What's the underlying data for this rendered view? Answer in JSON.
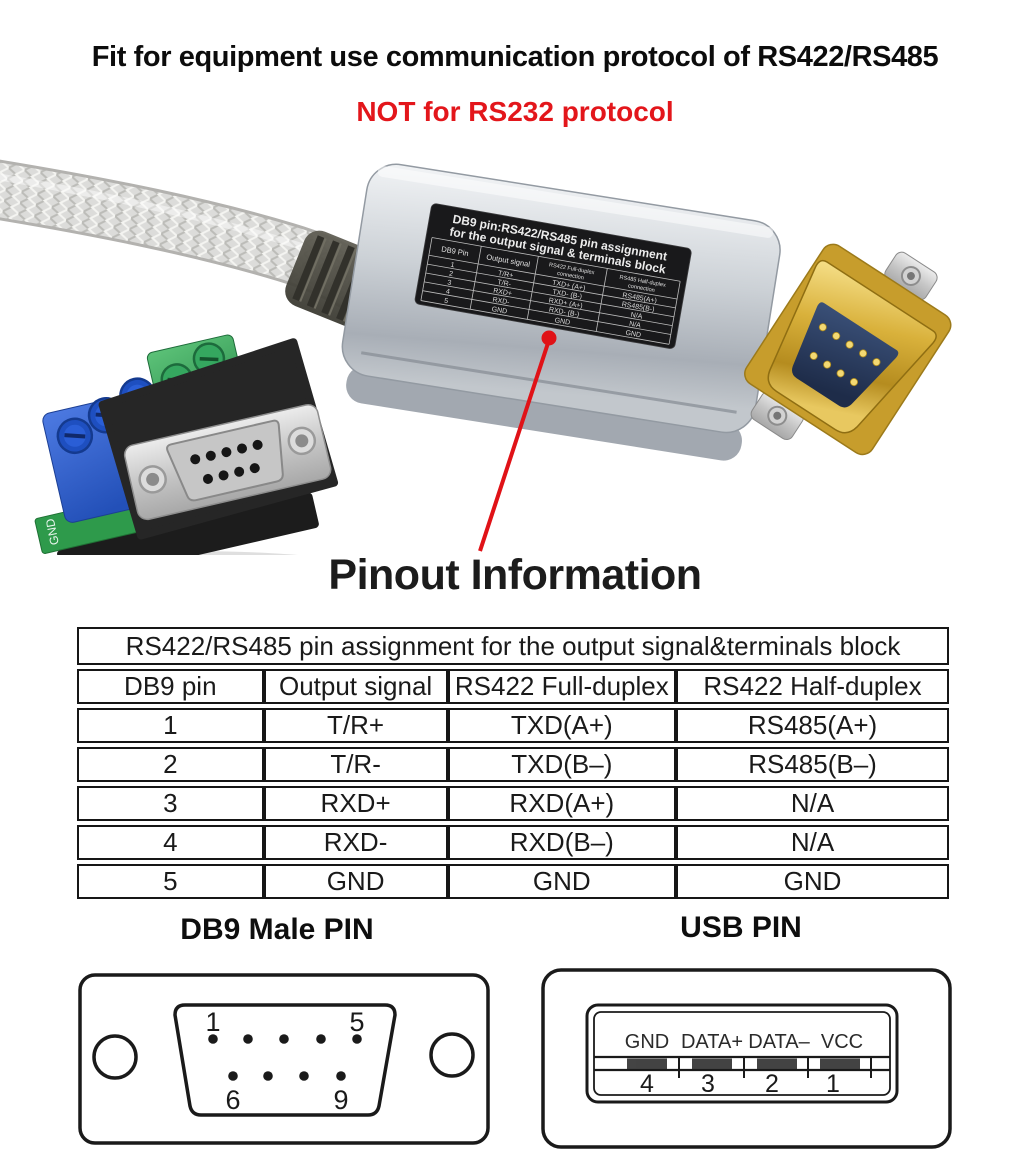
{
  "header": {
    "line1": "Fit for equipment use communication protocol of RS422/RS485",
    "line2": "NOT for RS232 protocol"
  },
  "heading": "Pinout Information",
  "photo": {
    "adapter_marking": "GND",
    "device_label": {
      "title_line1": "DB9 pin:RS422/RS485 pin assignment",
      "title_line2": "for the output signal & terminals block",
      "h1": "DB9 Pin",
      "h2": "Output signal",
      "h3a": "RS422 Full-duplex",
      "h3b": "connection",
      "h4a": "RS485 Half-duplex",
      "h4b": "connection",
      "rows": [
        [
          "1",
          "T/R+",
          "TXD+ (A+)",
          "RS485(A+)"
        ],
        [
          "2",
          "T/R-",
          "TXD- (B-)",
          "RS485(B-)"
        ],
        [
          "3",
          "RXD+",
          "RXD+ (A+)",
          "N/A"
        ],
        [
          "4",
          "RXD-",
          "RXD- (B-)",
          "N/A"
        ],
        [
          "5",
          "GND",
          "GND",
          "GND"
        ]
      ]
    }
  },
  "pin_table": {
    "title": "RS422/RS485 pin assignment for the output signal&terminals block",
    "headers": [
      "DB9 pin",
      "Output signal",
      "RS422 Full-duplex",
      "RS422 Half-duplex"
    ],
    "rows": [
      [
        "1",
        "T/R+",
        "TXD(A+)",
        "RS485(A+)"
      ],
      [
        "2",
        "T/R-",
        "TXD(B–)",
        "RS485(B–)"
      ],
      [
        "3",
        "RXD+",
        "RXD(A+)",
        "N/A"
      ],
      [
        "4",
        "RXD-",
        "RXD(B–)",
        "N/A"
      ],
      [
        "5",
        "GND",
        "GND",
        "GND"
      ]
    ]
  },
  "db9_diagram": {
    "title": "DB9 Male PIN",
    "labels": [
      "1",
      "5",
      "6",
      "9"
    ]
  },
  "usb_diagram": {
    "title": "USB PIN",
    "signals": [
      "GND",
      "DATA+",
      "DATA–",
      "VCC"
    ],
    "pins": [
      "4",
      "3",
      "2",
      "1"
    ]
  },
  "colors": {
    "warning_red": "#e3161b",
    "arrow_red": "#e01217",
    "body_silver": "#c6cacf",
    "label_black": "#19191b",
    "connector_gold": "#d9b13b",
    "insert_navy": "#2b3f63",
    "pcb_green": "#2e9a4b",
    "terminal_blue": "#2a5bd7",
    "terminal_green": "#3fae62",
    "line_black": "#1a1a1a"
  }
}
